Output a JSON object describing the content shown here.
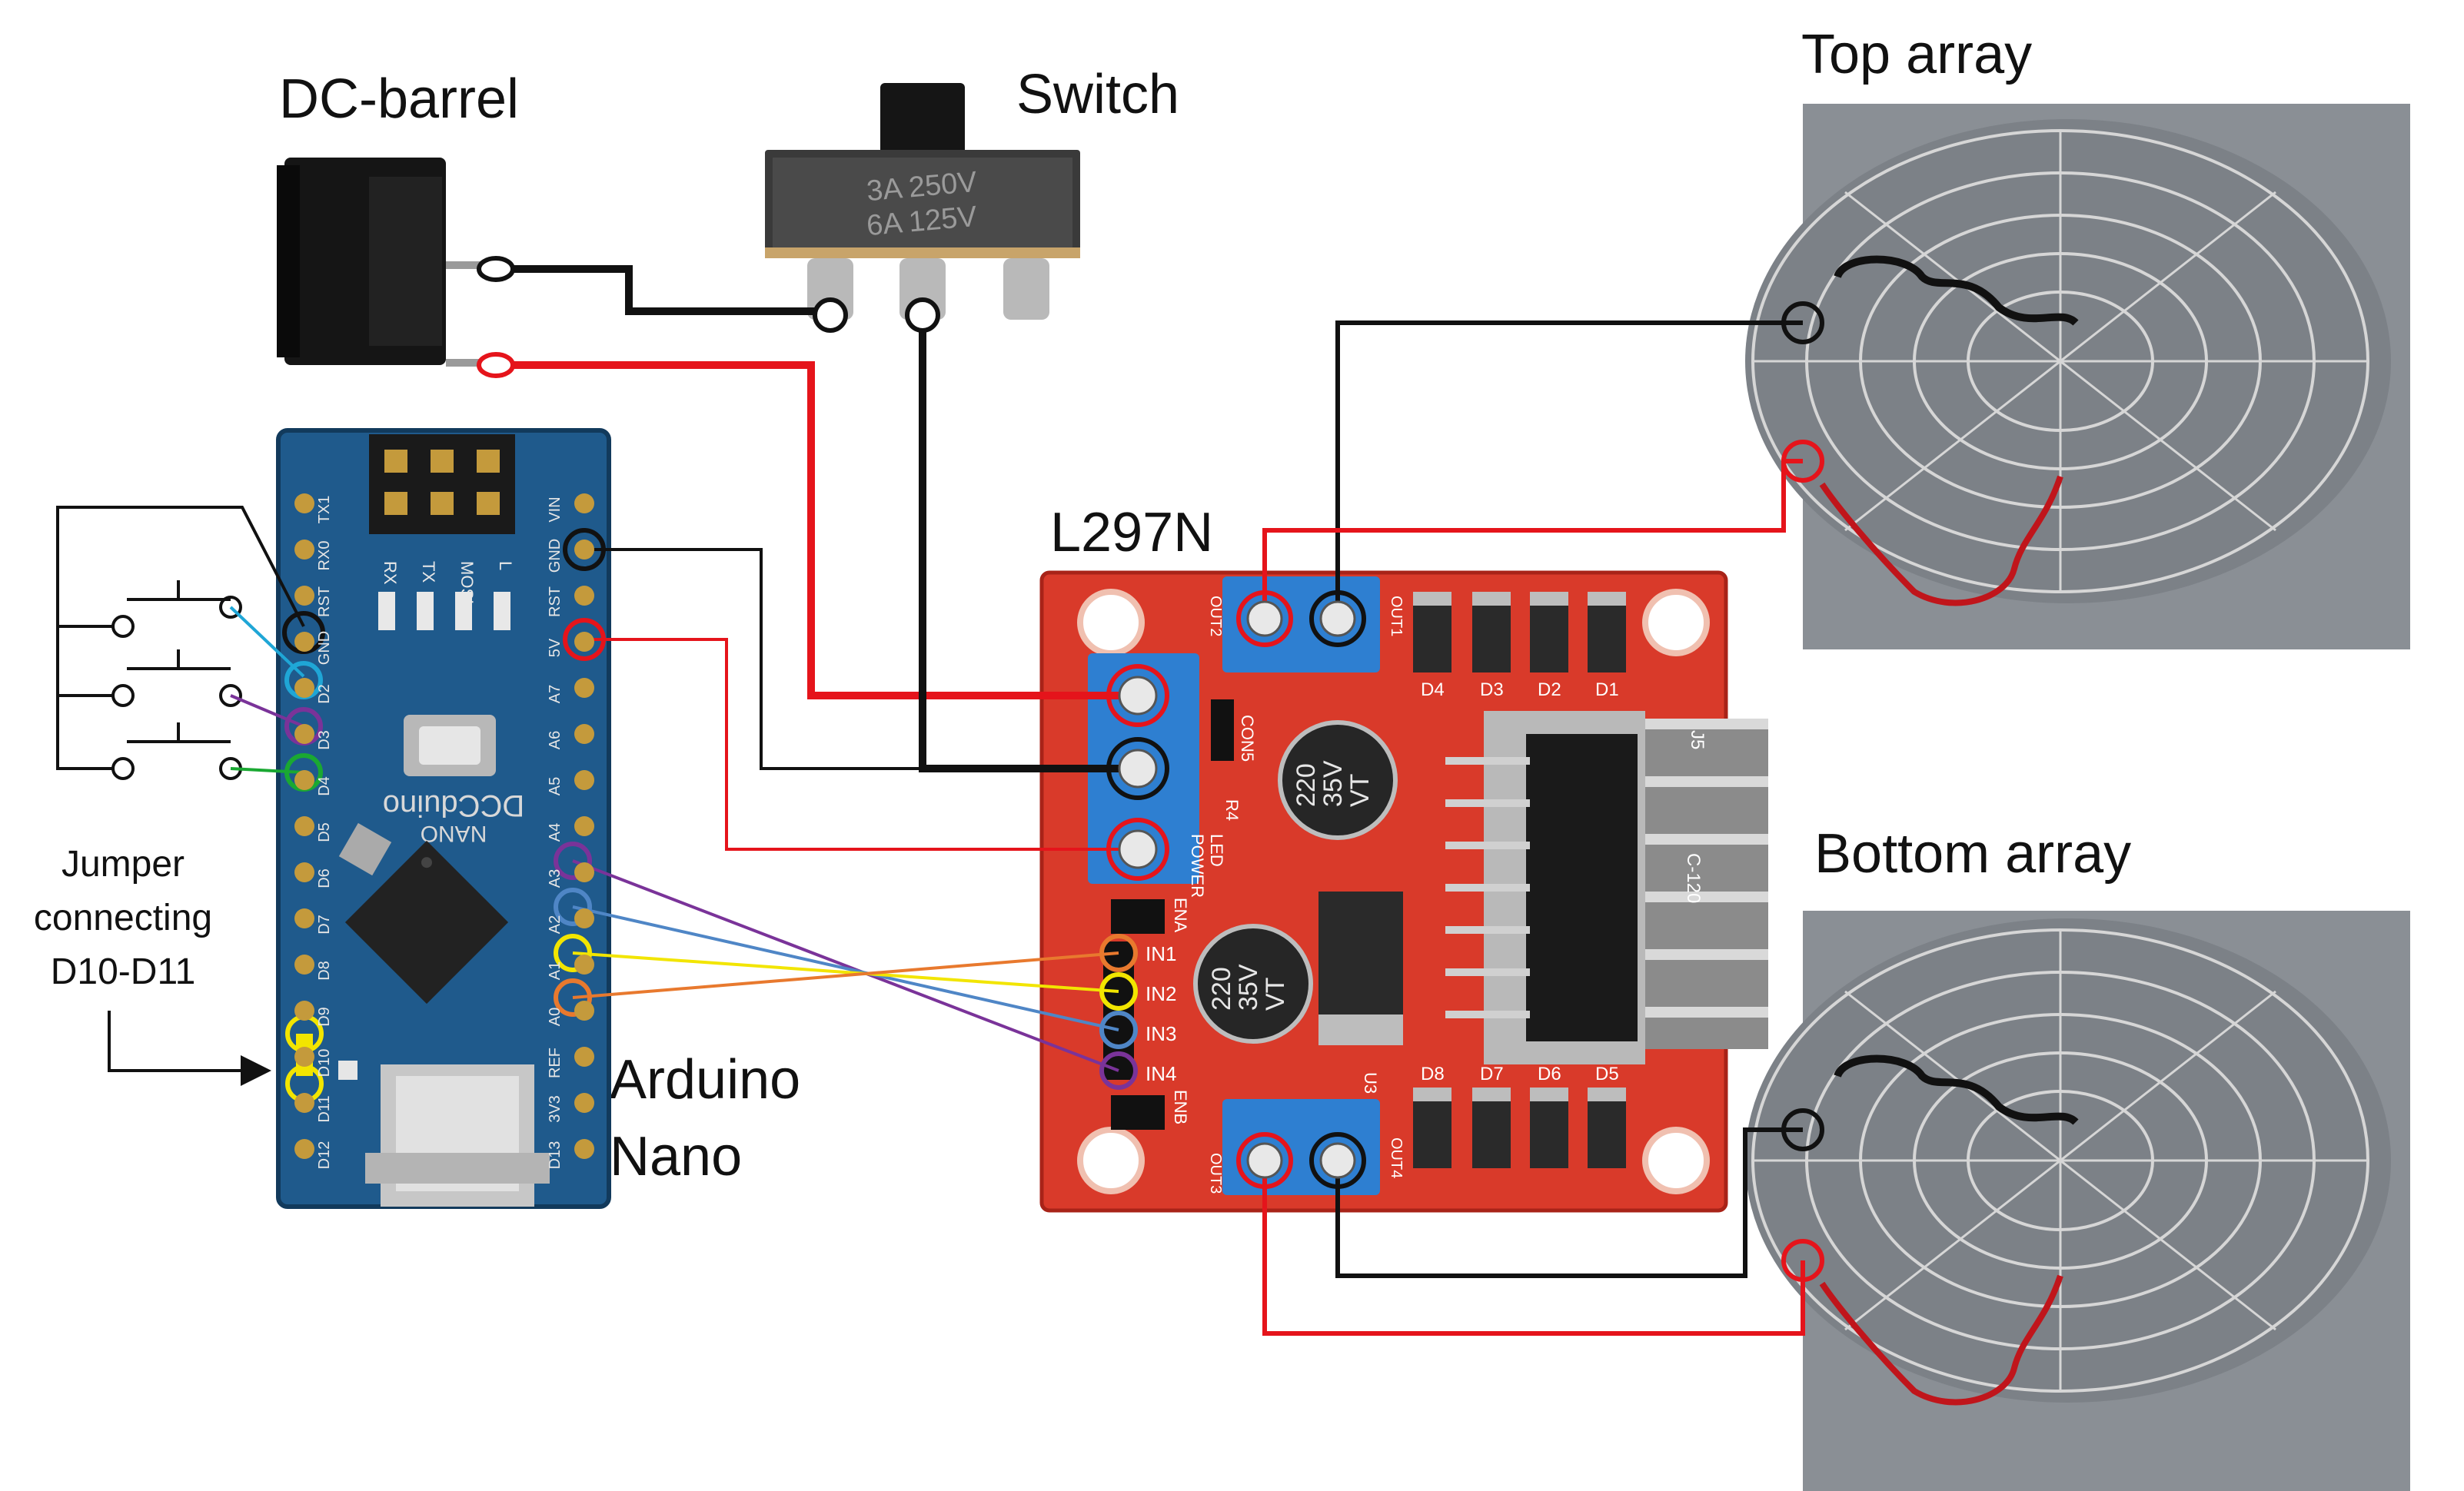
{
  "labels": {
    "dc_barrel": "DC-barrel",
    "switch": "Switch",
    "top_array": "Top array",
    "bottom_array": "Bottom array",
    "driver": "L297N",
    "arduino_line1": "Arduino",
    "arduino_line2": "Nano",
    "jumper_line1": "Jumper",
    "jumper_line2": "connecting",
    "jumper_line3": "D10-D11"
  },
  "switch_body": {
    "line1": "3A 250V",
    "line2": "6A 125V"
  },
  "nano": {
    "brand": "DCCduino",
    "model": "NANO",
    "header_pins": [
      "RX",
      "TX",
      "MOSI",
      "L"
    ],
    "left_pins": [
      "TX1",
      "RX0",
      "RST",
      "GND",
      "D2",
      "D3",
      "D4",
      "D5",
      "D6",
      "D7",
      "D8",
      "D9",
      "D10",
      "D11",
      "D12"
    ],
    "right_pins": [
      "VIN",
      "GND",
      "RST",
      "5V",
      "A7",
      "A6",
      "A5",
      "A4",
      "A3",
      "A2",
      "A1",
      "A0",
      "REF",
      "3V3",
      "D13"
    ]
  },
  "driver_board": {
    "screw_labels": [
      "OUT2",
      "OUT1",
      "OUT3",
      "OUT4"
    ],
    "inputs": [
      "IN1",
      "IN2",
      "IN3",
      "IN4"
    ],
    "enable": [
      "ENA",
      "ENB"
    ],
    "diodes": [
      "D4",
      "D3",
      "D2",
      "D1",
      "D8",
      "D7",
      "D6",
      "D5"
    ],
    "cap_text": [
      "220",
      "35V",
      "VT"
    ],
    "misc": [
      "CON5",
      "R4",
      "LED",
      "POWER",
      "U3",
      "J5",
      "C-120"
    ]
  },
  "colors": {
    "wire_red": "#e5141b",
    "wire_black": "#111111",
    "wire_cyan": "#1fa6d6",
    "wire_purple": "#7a3399",
    "wire_green": "#1aa832",
    "wire_yellow": "#f2e500",
    "wire_orange": "#e8792e",
    "wire_blue": "#4f86c6",
    "nano_pcb": "#1f5a8c",
    "driver_pcb": "#d93a2a",
    "terminal_blue": "#2e7fd1",
    "array_plate": "#8a8f95"
  }
}
